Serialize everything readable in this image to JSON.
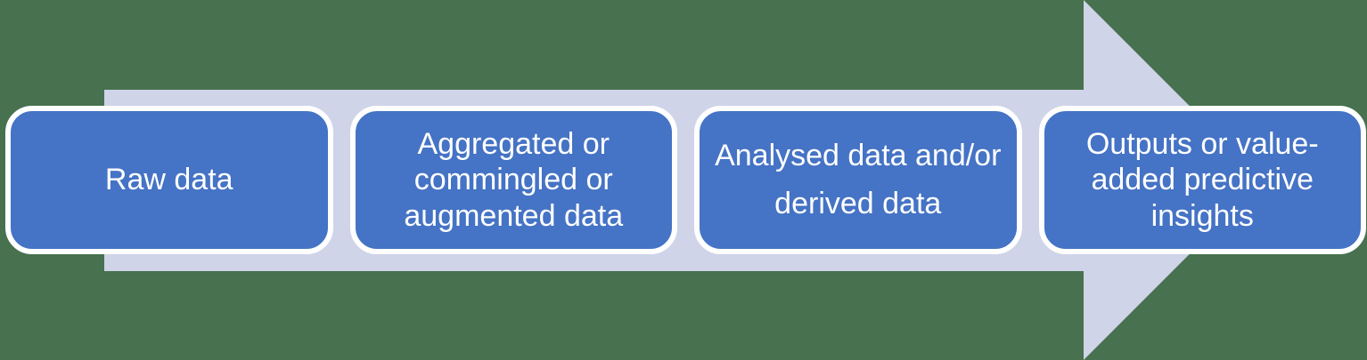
{
  "colors": {
    "bg": "#47714F",
    "arrow": "#CFD4E8",
    "boxFill": "#4573C5",
    "boxBorder": "#FFFFFF",
    "boxText": "#FFFFFF"
  },
  "diagram": {
    "type": "horizontal-process-arrow",
    "direction": "left-to-right",
    "steps": [
      {
        "label": "Raw data"
      },
      {
        "label": "Aggregated or\ncommingled or\naugmented data"
      },
      {
        "label": "Analysed data and/or\nderived data"
      },
      {
        "label": "Outputs or value-\nadded predictive\ninsights"
      }
    ]
  }
}
